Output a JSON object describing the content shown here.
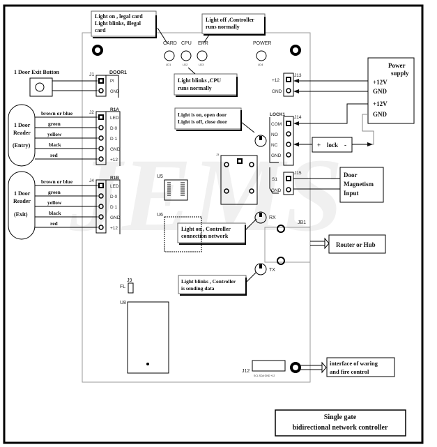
{
  "watermark": "JEMS",
  "title": {
    "line1": "Single gate",
    "line2": "bidirectional network controller"
  },
  "callouts": {
    "card": [
      "Light on , legal card",
      "Light blinks, illegal",
      "card"
    ],
    "err": [
      "Light off ,Controller",
      "runs normally"
    ],
    "cpu": [
      "Light blinks ,CPU",
      "runs normally"
    ],
    "door": [
      "Light is on, open door",
      "Light is off, close door"
    ],
    "rx": [
      "Light on , Controller",
      "connection network"
    ],
    "tx": [
      "Light blinks , Controller",
      "is sending data"
    ]
  },
  "leds": {
    "card": "CARD",
    "cpu": "CPU",
    "err": "ERR",
    "power": "POWER",
    "ld1": "LD1",
    "ld2": "LD2",
    "ld3": "LD3",
    "ld4": "LD4",
    "rx": "RX",
    "tx": "TX"
  },
  "exit_button": {
    "label": "1 Door Exit Button",
    "connector": "J1",
    "header": "DOOR1",
    "pins": [
      "PI",
      "GND"
    ]
  },
  "reader_entry": {
    "lines": [
      "1 Door",
      "Reader",
      "(Entry)"
    ],
    "connector": "J2",
    "header": "R1A",
    "pins": [
      "LED",
      "D 0",
      "D 1",
      "GND",
      "+12"
    ],
    "wires": [
      "brown or blue",
      "green",
      "yellow",
      "black",
      "red"
    ]
  },
  "reader_exit": {
    "lines": [
      "1 Door",
      "Reader",
      "(Exit)"
    ],
    "connector": "J4",
    "header": "R1B",
    "pins": [
      "LED",
      "D 0",
      "D 1",
      "GND",
      "+12"
    ],
    "wires": [
      "brown or blue",
      "green",
      "yellow",
      "black",
      "red"
    ]
  },
  "power": {
    "connector": "J13",
    "pins": [
      "+12",
      "GND"
    ],
    "box": [
      "Power",
      "supply"
    ],
    "outputs": [
      "+12V",
      "GND",
      "+12V",
      "GND"
    ]
  },
  "lock": {
    "connector": "J14",
    "header": "LOCK1",
    "pins": [
      "COM",
      "NO",
      "NC",
      "GND"
    ],
    "box": {
      "plus": "+",
      "label": "lock",
      "minus": "-"
    }
  },
  "magnet": {
    "connector": "J15",
    "pins": [
      "S1",
      "GND"
    ],
    "box": [
      "Door",
      "Magnetism",
      "Input"
    ]
  },
  "network": {
    "connector": "JB1",
    "box": "Router or Hub"
  },
  "chips": {
    "u5": "U5",
    "u6": "U6",
    "u8": "U8",
    "j3": "J3",
    "j9": "J9",
    "fl": "FL"
  },
  "fire": {
    "connector": "J12",
    "pins": "SCL SDA GND +12",
    "box": [
      "interface of waring",
      "and fire control"
    ]
  }
}
